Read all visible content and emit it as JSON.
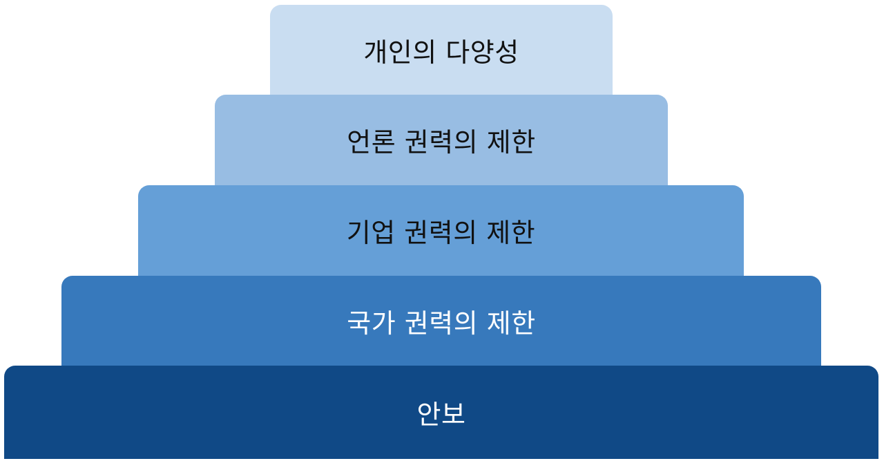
{
  "pyramid": {
    "tiers": [
      {
        "label": "개인의 다양성",
        "fill": "#c9ddf1",
        "text_color": "#111111"
      },
      {
        "label": "언론 권력의 제한",
        "fill": "#98bde3",
        "text_color": "#111111"
      },
      {
        "label": "기업 권력의 제한",
        "fill": "#659fd7",
        "text_color": "#111111"
      },
      {
        "label": "국가 권력의 제한",
        "fill": "#3779bc",
        "text_color": "#ffffff"
      },
      {
        "label": "안보",
        "fill": "#104986",
        "text_color": "#ffffff"
      }
    ]
  }
}
